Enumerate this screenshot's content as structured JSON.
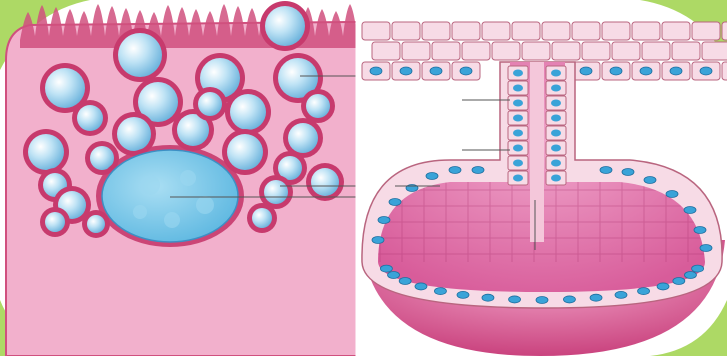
{
  "figure": {
    "frame_color": "#9fd24a",
    "background_color": "#ffffff"
  },
  "left_panel": {
    "subject": "secretory-cell",
    "colors": {
      "cytoplasm": "#f2b0cc",
      "membrane": "#d0507e",
      "vesicle_rim": "#c73a6d",
      "vesicle_fill": "#8fc8e8",
      "nucleus_fill": "#6fc3e6",
      "nucleus_edge": "#3d8fc4"
    },
    "vesicle_count": 24,
    "has_nucleus": true,
    "has_microvilli": true,
    "pointer_line_count": 3
  },
  "right_panel": {
    "subject": "flask-shaped-gland",
    "colors": {
      "epithelial_cell": "#f7dbe6",
      "cell_border": "#b9657f",
      "cell_nucleus": "#3aa3d8",
      "secretion_lumen": "#e57fb2",
      "gland_base": "#d94c88"
    },
    "surface_layer_count": 3,
    "duct_cell_pairs": 8,
    "pointer_line_count": 4
  }
}
